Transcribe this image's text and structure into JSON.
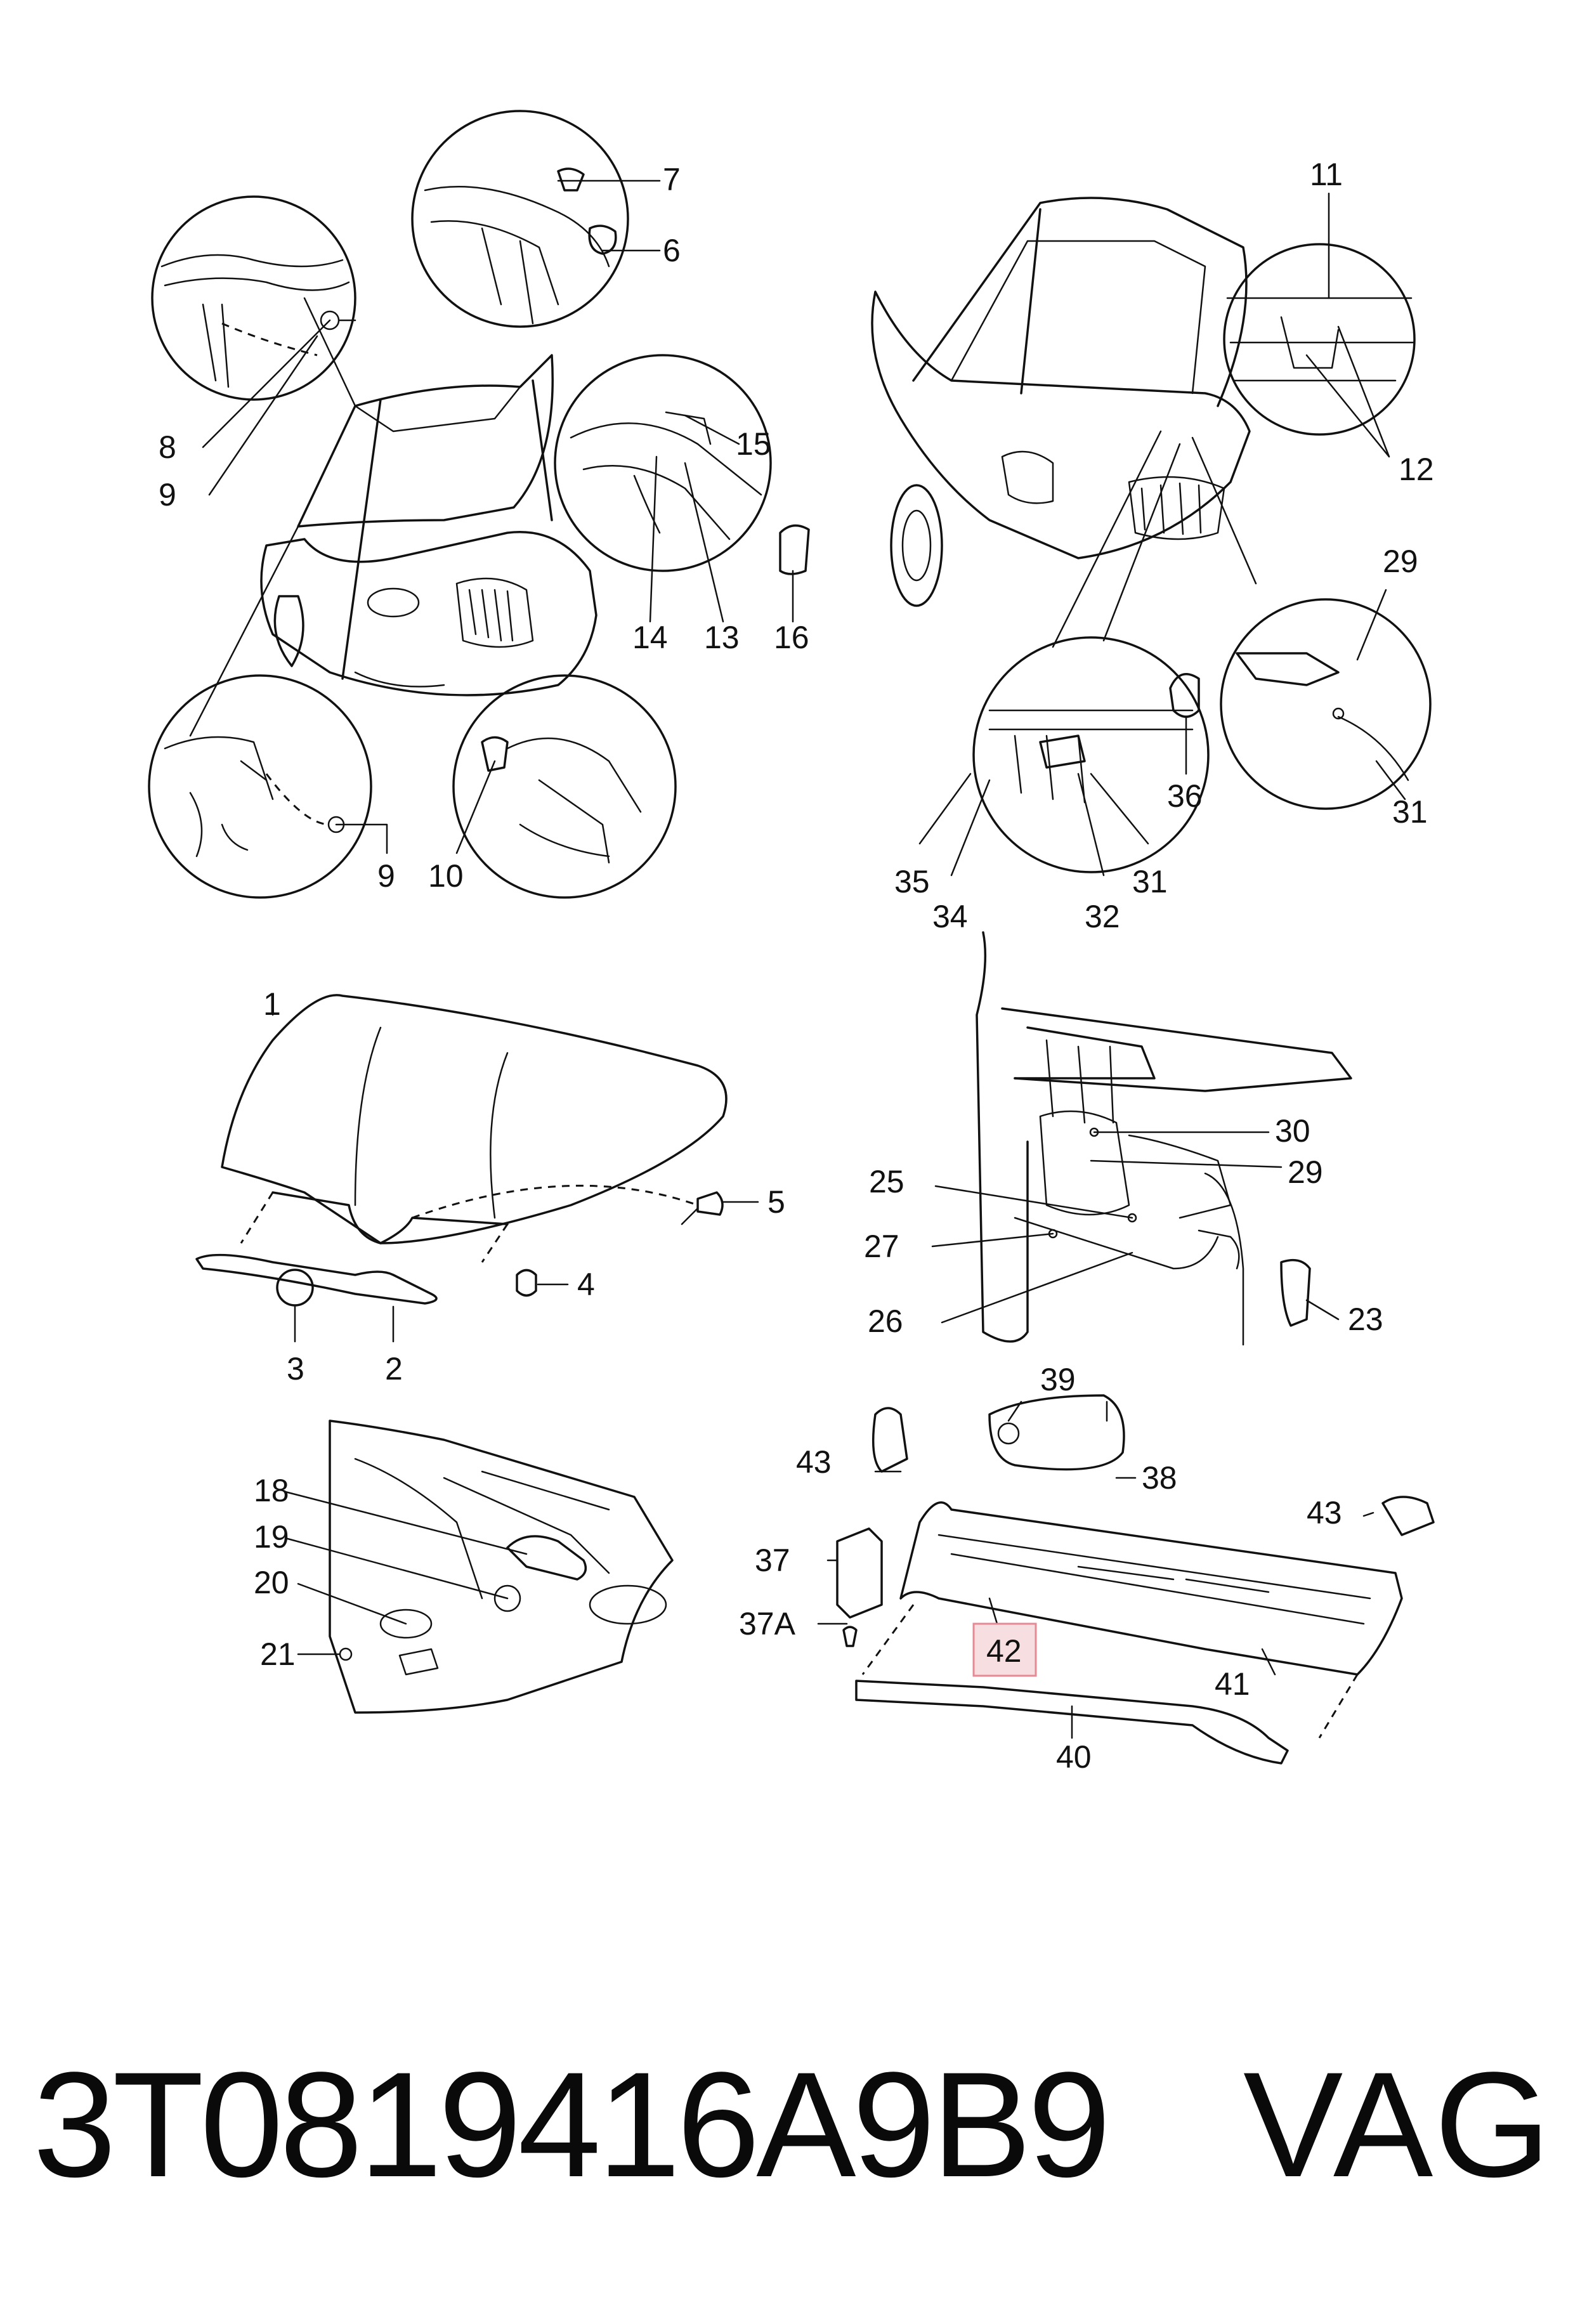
{
  "footer": {
    "part_number": "3T0819416A9B9",
    "brand": "VAG"
  },
  "callouts": {
    "c1": "1",
    "c2": "2",
    "c3": "3",
    "c4": "4",
    "c5": "5",
    "c6": "6",
    "c7": "7",
    "c8": "8",
    "c9a": "9",
    "c9b": "9",
    "c10": "10",
    "c11": "11",
    "c12": "12",
    "c13": "13",
    "c14": "14",
    "c15": "15",
    "c16": "16",
    "c18": "18",
    "c19": "19",
    "c20": "20",
    "c21": "21",
    "c23": "23",
    "c25": "25",
    "c26": "26",
    "c27": "27",
    "c29a": "29",
    "c29b": "29",
    "c30": "30",
    "c31a": "31",
    "c31b": "31",
    "c32": "32",
    "c34": "34",
    "c35": "35",
    "c36": "36",
    "c37": "37",
    "c37a": "37A",
    "c38": "38",
    "c39": "39",
    "c40": "40",
    "c41": "41",
    "c42": "42",
    "c43a": "43",
    "c43b": "43"
  },
  "highlighted_callout": "42",
  "colors": {
    "line": "#111111",
    "highlight_fill": "#f7dfe1",
    "highlight_border": "#e48a94"
  }
}
